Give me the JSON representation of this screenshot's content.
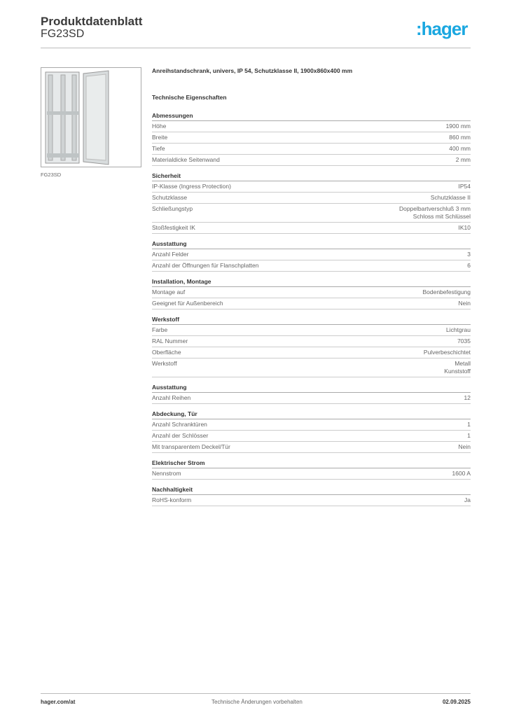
{
  "header": {
    "title": "Produktdatenblatt",
    "subtitle": "FG23SD",
    "logo": ":hager",
    "brand_color": "#1aa7e0"
  },
  "product": {
    "image_caption": "FG23SD",
    "description": "Anreihstandschrank, univers, IP 54, Schutzklasse II, 1900x860x400 mm",
    "section_title": "Technische Eigenschaften"
  },
  "groups": [
    {
      "title": "Abmessungen",
      "rows": [
        [
          "Höhe",
          [
            "1900 mm"
          ]
        ],
        [
          "Breite",
          [
            "860 mm"
          ]
        ],
        [
          "Tiefe",
          [
            "400 mm"
          ]
        ],
        [
          "Materialdicke Seitenwand",
          [
            "2 mm"
          ]
        ]
      ]
    },
    {
      "title": "Sicherheit",
      "rows": [
        [
          "IP-Klasse (Ingress Protection)",
          [
            "IP54"
          ]
        ],
        [
          "Schutzklasse",
          [
            "Schutzklasse II"
          ]
        ],
        [
          "Schließungstyp",
          [
            "Doppelbartverschluß 3 mm",
            "Schloss mit Schlüssel"
          ]
        ],
        [
          "Stoßfestigkeit IK",
          [
            "IK10"
          ]
        ]
      ]
    },
    {
      "title": "Ausstattung",
      "rows": [
        [
          "Anzahl Felder",
          [
            "3"
          ]
        ],
        [
          "Anzahl der Öffnungen für Flanschplatten",
          [
            "6"
          ]
        ]
      ]
    },
    {
      "title": "Installation, Montage",
      "rows": [
        [
          "Montage auf",
          [
            "Bodenbefestigung"
          ]
        ],
        [
          "Geeignet für Außenbereich",
          [
            "Nein"
          ]
        ]
      ]
    },
    {
      "title": "Werkstoff",
      "rows": [
        [
          "Farbe",
          [
            "Lichtgrau"
          ]
        ],
        [
          "RAL Nummer",
          [
            "7035"
          ]
        ],
        [
          "Oberfläche",
          [
            "Pulverbeschichtet"
          ]
        ],
        [
          "Werkstoff",
          [
            "Metall",
            "Kunststoff"
          ]
        ]
      ]
    },
    {
      "title": "Ausstattung",
      "rows": [
        [
          "Anzahl Reihen",
          [
            "12"
          ]
        ]
      ]
    },
    {
      "title": "Abdeckung, Tür",
      "rows": [
        [
          "Anzahl Schranktüren",
          [
            "1"
          ]
        ],
        [
          "Anzahl der Schlösser",
          [
            "1"
          ]
        ],
        [
          "Mit transparentem Deckel/Tür",
          [
            "Nein"
          ]
        ]
      ]
    },
    {
      "title": "Elektrischer Strom",
      "rows": [
        [
          "Nennstrom",
          [
            "1600 A"
          ]
        ]
      ]
    },
    {
      "title": "Nachhaltigkeit",
      "rows": [
        [
          "RoHS-konform",
          [
            "Ja"
          ]
        ]
      ]
    }
  ],
  "footer": {
    "left": "hager.com/at",
    "center": "Technische Änderungen vorbehalten",
    "right": "02.09.2025"
  }
}
